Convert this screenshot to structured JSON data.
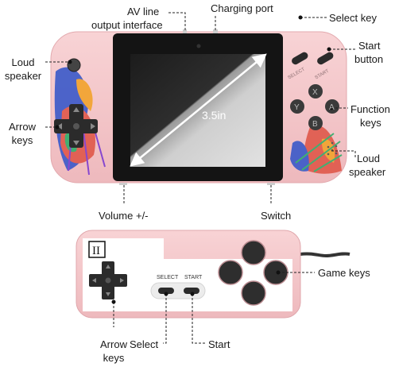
{
  "console": {
    "screen_size_label": "3.5in",
    "select_tag": "SELECT",
    "start_tag": "START",
    "buttons": {
      "x": "X",
      "y": "Y",
      "a": "A",
      "b": "B"
    }
  },
  "callouts": {
    "av_line_1": "AV line",
    "av_line_2": "output interface",
    "charging_port": "Charging port",
    "select_key": "Select key",
    "start_1": "Start",
    "start_2": "button",
    "loud_left_1": "Loud",
    "loud_left_2": "speaker",
    "arrow_1": "Arrow",
    "arrow_2": "keys",
    "function_1": "Function",
    "function_2": "keys",
    "loud_right_1": "Loud",
    "loud_right_2": "speaker",
    "volume": "Volume +/-",
    "switch": "Switch"
  },
  "controller": {
    "player_badge": "II",
    "select_tag": "SELECT",
    "start_tag": "START"
  },
  "controller_callouts": {
    "game_keys": "Game keys",
    "arrow_1": "Arrow",
    "arrow_2": "keys",
    "select": "Select",
    "start": "Start"
  },
  "colors": {
    "shell_pink": "#f3c6c9",
    "screen_black": "#141414",
    "button_dark": "#2b2b2b"
  }
}
